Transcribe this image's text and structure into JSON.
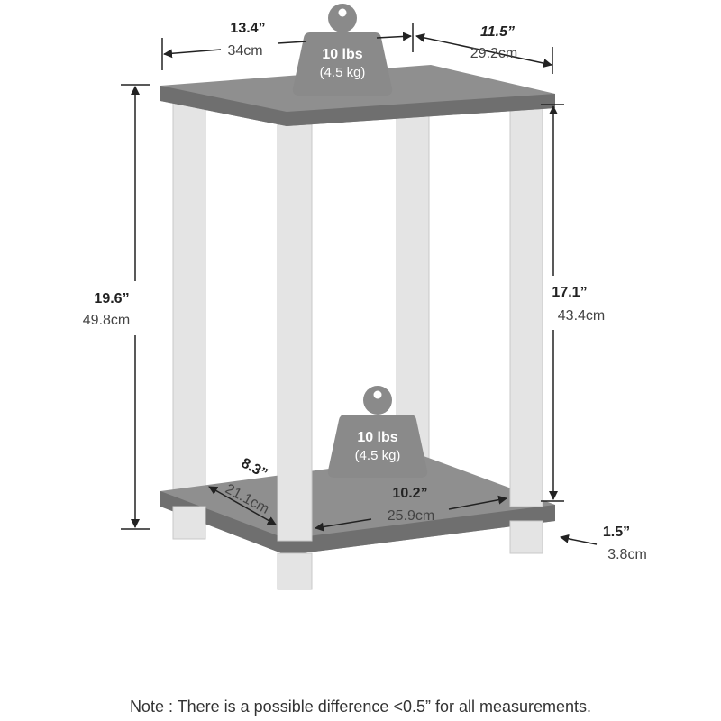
{
  "dimensions": {
    "top_width": {
      "inch": "13.4”",
      "cm": "34cm"
    },
    "top_depth": {
      "inch": "11.5”",
      "cm": "29.2cm"
    },
    "total_height": {
      "inch": "19.6”",
      "cm": "49.8cm"
    },
    "inner_height": {
      "inch": "17.1”",
      "cm": "43.4cm"
    },
    "bottom_depth": {
      "inch": "8.3”",
      "cm": "21.1cm"
    },
    "bottom_width": {
      "inch": "10.2”",
      "cm": "25.9cm"
    },
    "foot_height": {
      "inch": "1.5”",
      "cm": "3.8cm"
    }
  },
  "weight_limits": {
    "top": {
      "lbs": "10 lbs",
      "kg": "(4.5 kg)"
    },
    "bottom": {
      "lbs": "10 lbs",
      "kg": "(4.5 kg)"
    }
  },
  "colors": {
    "shelf": "#8f8f8f",
    "shelf_edge": "#6f6f6f",
    "post": "#e4e4e4",
    "post_stroke": "#c9c9c9",
    "weight_icon": "#8a8a8a",
    "dimension_line": "#222222"
  },
  "note": "Note : There is a possible difference <0.5” for all measurements."
}
